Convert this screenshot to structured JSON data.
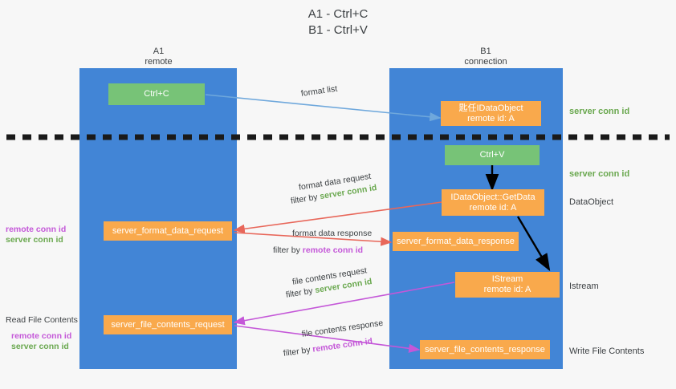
{
  "title": {
    "line1": "A1 - Ctrl+C",
    "line2": "B1 - Ctrl+V"
  },
  "lanes": [
    {
      "id": "a1",
      "name": "A1",
      "role": "remote",
      "color": "#4285d6"
    },
    {
      "id": "b1",
      "name": "B1",
      "role": "connection",
      "color": "#4285d6"
    }
  ],
  "boxes": {
    "ctrl_c": "Ctrl+C",
    "ctrl_v": "Ctrl+V",
    "idataobject_title": "匙任IDataObject",
    "idataobject_sub": "remote id: A",
    "getdata_title": "IDataObject::GetData",
    "getdata_sub": "remote id: A",
    "istream_title": "IStream",
    "istream_sub": "remote id: A",
    "server_format_data_request": "server_format_data_request",
    "server_format_data_response": "server_format_data_response",
    "server_file_contents_request": "server_file_contents_request",
    "server_file_contents_response": "server_file_contents_response"
  },
  "annotations": {
    "format_list": "format list",
    "format_data_request": "format data request",
    "filter_by_1_prefix": "filter by ",
    "filter_by_1_key": "server conn id",
    "format_data_response": "format data response",
    "filter_by_2_prefix": "filter by ",
    "filter_by_2_key": "remote conn id",
    "file_contents_request": "file contents request",
    "filter_by_3_prefix": "filter by ",
    "filter_by_3_key": "server conn id",
    "file_contents_response": "file contents response",
    "filter_by_4_prefix": "filter by ",
    "filter_by_4_key": "remote conn id"
  },
  "left_labels": {
    "remote_conn_id_1": "remote conn id",
    "server_conn_id_1": "server conn id",
    "read_file_contents": "Read File Contents",
    "remote_conn_id_2": "remote conn id",
    "server_conn_id_2": "server conn id"
  },
  "right_labels": {
    "server_conn_id_1": "server conn id",
    "server_conn_id_2": "server conn id",
    "dataobject": "DataObject",
    "istream": "Istream",
    "write_file_contents": "Write File Contents"
  },
  "colors": {
    "lane": "#4285d6",
    "orange": "#f9a94c",
    "green_box": "#77c377",
    "arrow_blue": "#6fa8dc",
    "arrow_red": "#e8675a",
    "arrow_magenta": "#c457d8",
    "arrow_black": "#000000",
    "green_text": "#6aa84f",
    "magenta_text": "#c457d8",
    "divider": "#1a1a1a"
  }
}
